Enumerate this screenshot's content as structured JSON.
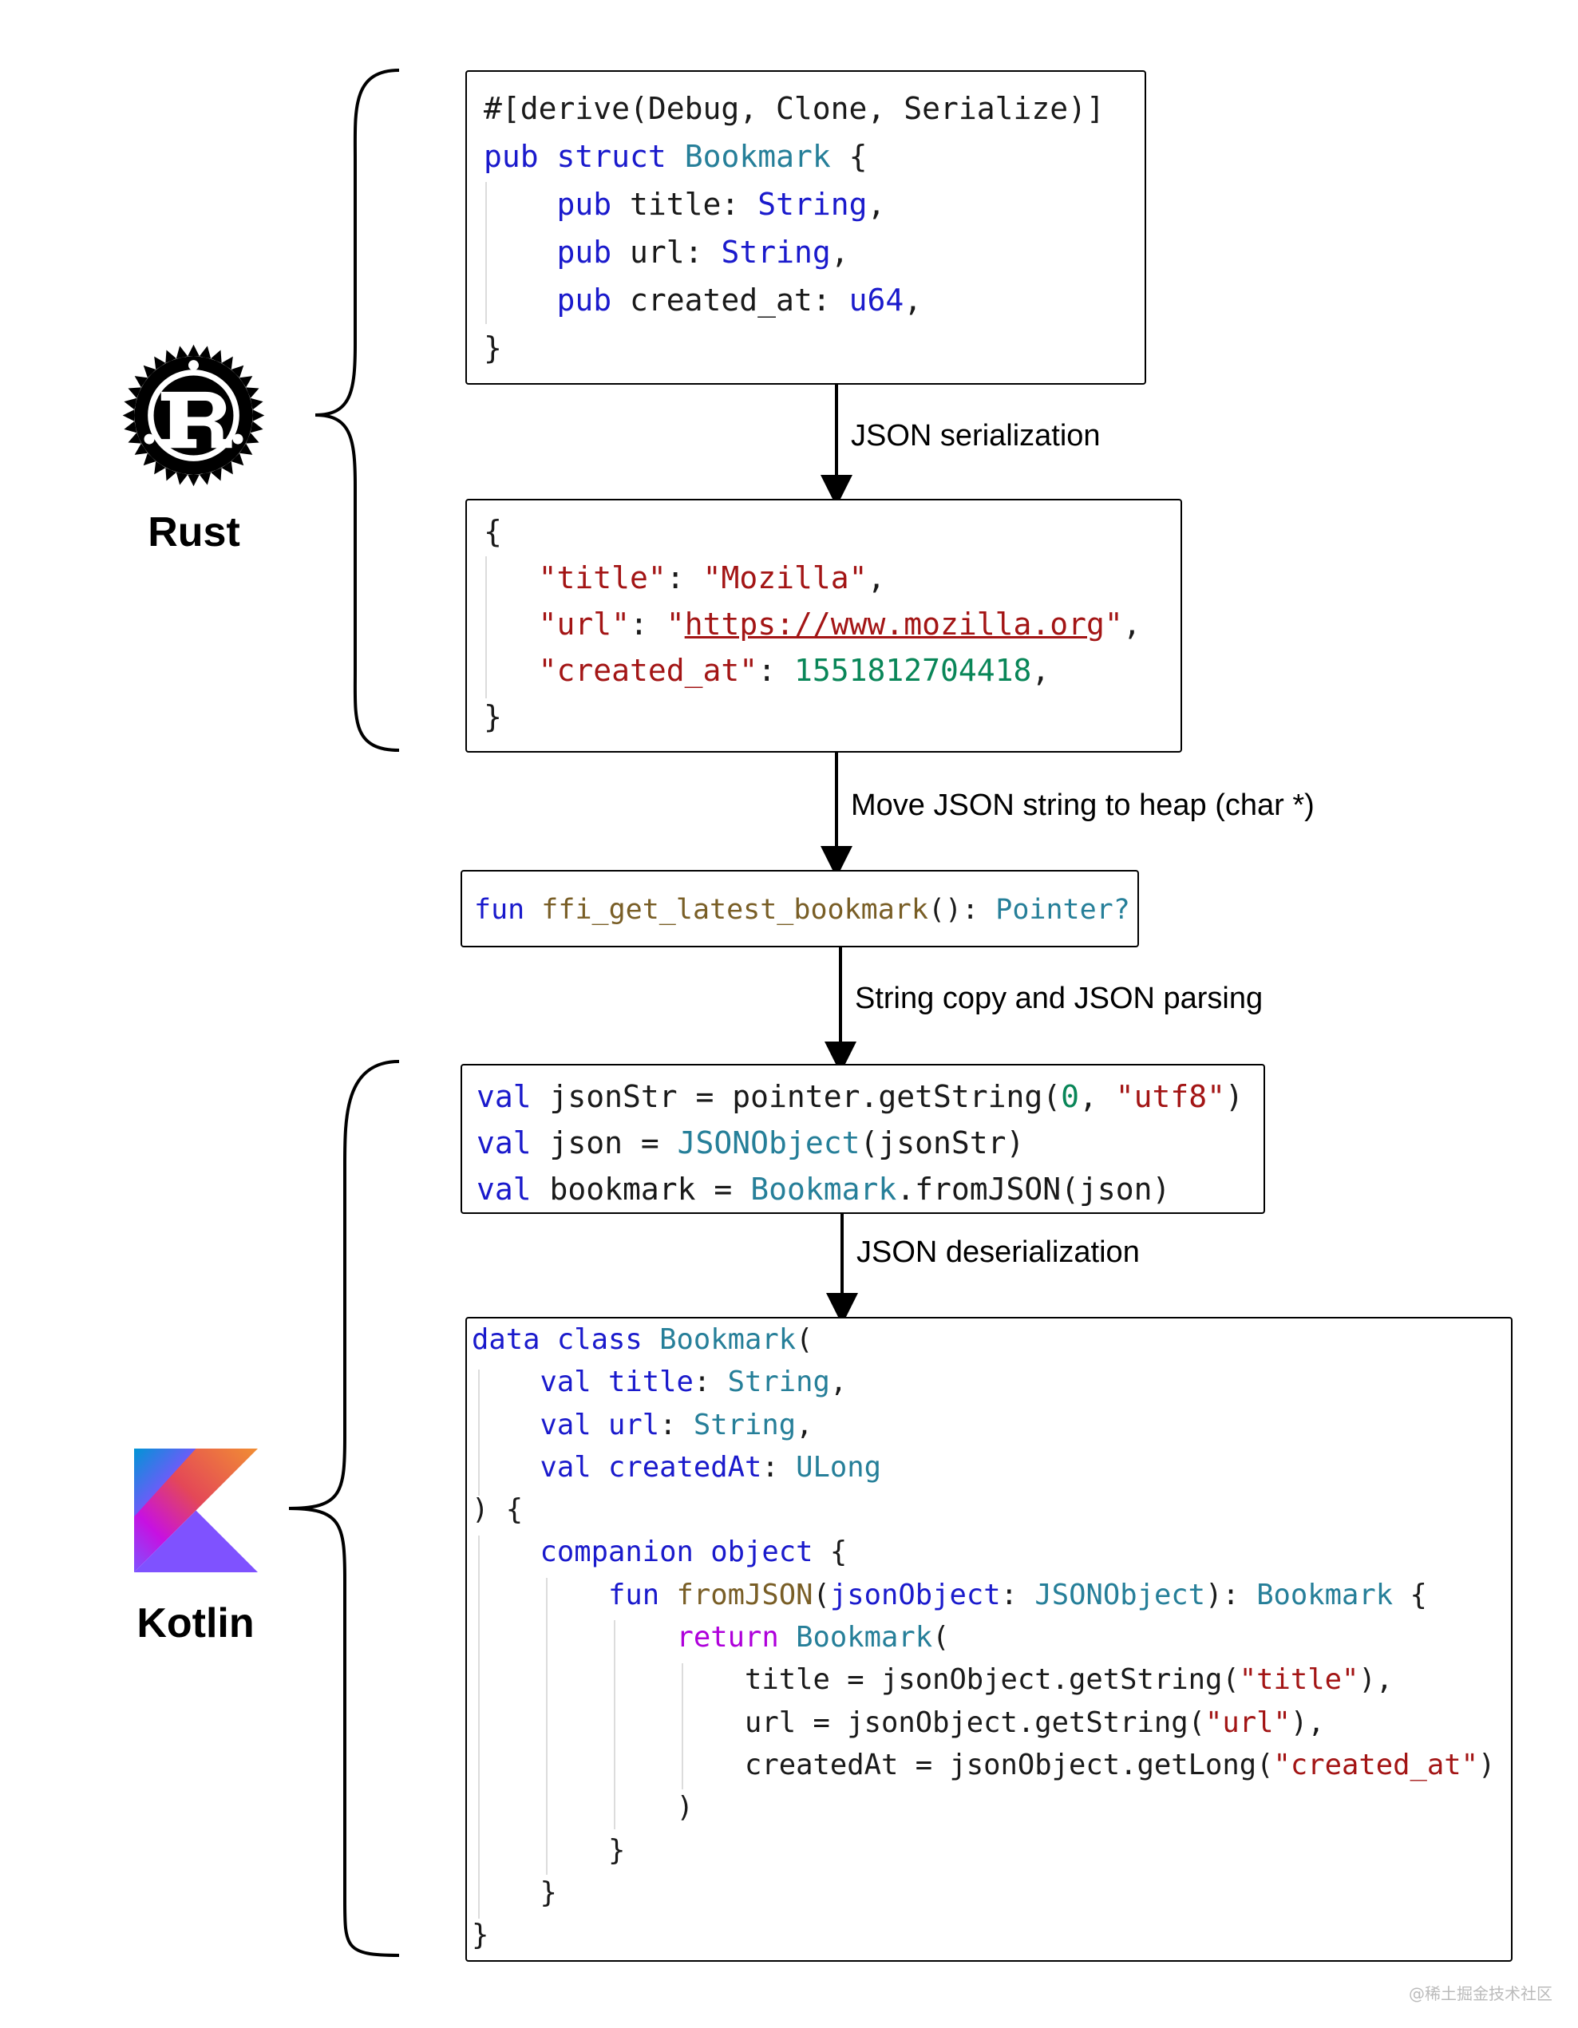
{
  "rust": {
    "name": "Rust",
    "struct_code": [
      [
        {
          "t": "#[derive(Debug, Clone, Serialize)]",
          "c": ""
        }
      ],
      [
        {
          "t": "pub",
          "c": "kw"
        },
        {
          "t": " ",
          "c": ""
        },
        {
          "t": "struct",
          "c": "kw"
        },
        {
          "t": " ",
          "c": ""
        },
        {
          "t": "Bookmark",
          "c": "ty"
        },
        {
          "t": " {",
          "c": ""
        }
      ],
      [
        {
          "t": "    ",
          "c": ""
        },
        {
          "t": "pub",
          "c": "kw"
        },
        {
          "t": " title: ",
          "c": ""
        },
        {
          "t": "String",
          "c": "kw"
        },
        {
          "t": ",",
          "c": ""
        }
      ],
      [
        {
          "t": "    ",
          "c": ""
        },
        {
          "t": "pub",
          "c": "kw"
        },
        {
          "t": " url: ",
          "c": ""
        },
        {
          "t": "String",
          "c": "kw"
        },
        {
          "t": ",",
          "c": ""
        }
      ],
      [
        {
          "t": "    ",
          "c": ""
        },
        {
          "t": "pub",
          "c": "kw"
        },
        {
          "t": " created_at: ",
          "c": ""
        },
        {
          "t": "u64",
          "c": "kw"
        },
        {
          "t": ",",
          "c": ""
        }
      ],
      [
        {
          "t": "}",
          "c": ""
        }
      ]
    ],
    "json_code": [
      [
        {
          "t": "{",
          "c": ""
        }
      ],
      [
        {
          "t": "   ",
          "c": ""
        },
        {
          "t": "\"title\"",
          "c": "str"
        },
        {
          "t": ": ",
          "c": ""
        },
        {
          "t": "\"Mozilla\"",
          "c": "str"
        },
        {
          "t": ",",
          "c": ""
        }
      ],
      [
        {
          "t": "   ",
          "c": ""
        },
        {
          "t": "\"url\"",
          "c": "str"
        },
        {
          "t": ": ",
          "c": ""
        },
        {
          "t": "\"",
          "c": "str"
        },
        {
          "t": "https://www.mozilla.org",
          "c": "str link"
        },
        {
          "t": "\"",
          "c": "str"
        },
        {
          "t": ",",
          "c": ""
        }
      ],
      [
        {
          "t": "   ",
          "c": ""
        },
        {
          "t": "\"created_at\"",
          "c": "str"
        },
        {
          "t": ": ",
          "c": ""
        },
        {
          "t": "1551812704418",
          "c": "num"
        },
        {
          "t": ",",
          "c": ""
        }
      ],
      [
        {
          "t": "}",
          "c": ""
        }
      ]
    ]
  },
  "ffi_code": [
    [
      {
        "t": "fun",
        "c": "kw"
      },
      {
        "t": " ",
        "c": ""
      },
      {
        "t": "ffi_get_latest_bookmark",
        "c": "fn"
      },
      {
        "t": "(): ",
        "c": ""
      },
      {
        "t": "Pointer?",
        "c": "ty"
      }
    ]
  ],
  "kotlin": {
    "name": "Kotlin",
    "parse_code": [
      [
        {
          "t": "val",
          "c": "kw"
        },
        {
          "t": " jsonStr = pointer.getString(",
          "c": ""
        },
        {
          "t": "0",
          "c": "num"
        },
        {
          "t": ", ",
          "c": ""
        },
        {
          "t": "\"utf8\"",
          "c": "str"
        },
        {
          "t": ")",
          "c": ""
        }
      ],
      [
        {
          "t": "val",
          "c": "kw"
        },
        {
          "t": " json = ",
          "c": ""
        },
        {
          "t": "JSONObject",
          "c": "ty"
        },
        {
          "t": "(jsonStr)",
          "c": ""
        }
      ],
      [
        {
          "t": "val",
          "c": "kw"
        },
        {
          "t": " bookmark = ",
          "c": ""
        },
        {
          "t": "Bookmark",
          "c": "ty"
        },
        {
          "t": ".fromJSON(json)",
          "c": ""
        }
      ]
    ],
    "class_code": [
      [
        {
          "t": "data",
          "c": "kw"
        },
        {
          "t": " ",
          "c": ""
        },
        {
          "t": "class",
          "c": "kw"
        },
        {
          "t": " ",
          "c": ""
        },
        {
          "t": "Bookmark",
          "c": "ty"
        },
        {
          "t": "(",
          "c": ""
        }
      ],
      [
        {
          "t": "    ",
          "c": ""
        },
        {
          "t": "val",
          "c": "kw"
        },
        {
          "t": " ",
          "c": ""
        },
        {
          "t": "title",
          "c": "kw"
        },
        {
          "t": ": ",
          "c": ""
        },
        {
          "t": "String",
          "c": "ty"
        },
        {
          "t": ",",
          "c": ""
        }
      ],
      [
        {
          "t": "    ",
          "c": ""
        },
        {
          "t": "val",
          "c": "kw"
        },
        {
          "t": " ",
          "c": ""
        },
        {
          "t": "url",
          "c": "kw"
        },
        {
          "t": ": ",
          "c": ""
        },
        {
          "t": "String",
          "c": "ty"
        },
        {
          "t": ",",
          "c": ""
        }
      ],
      [
        {
          "t": "    ",
          "c": ""
        },
        {
          "t": "val",
          "c": "kw"
        },
        {
          "t": " ",
          "c": ""
        },
        {
          "t": "createdAt",
          "c": "kw"
        },
        {
          "t": ": ",
          "c": ""
        },
        {
          "t": "ULong",
          "c": "ty"
        }
      ],
      [
        {
          "t": ") {",
          "c": ""
        }
      ],
      [
        {
          "t": "    ",
          "c": ""
        },
        {
          "t": "companion",
          "c": "kw"
        },
        {
          "t": " ",
          "c": ""
        },
        {
          "t": "object",
          "c": "kw"
        },
        {
          "t": " {",
          "c": ""
        }
      ],
      [
        {
          "t": "        ",
          "c": ""
        },
        {
          "t": "fun",
          "c": "kw"
        },
        {
          "t": " ",
          "c": ""
        },
        {
          "t": "fromJSON",
          "c": "fn"
        },
        {
          "t": "(",
          "c": ""
        },
        {
          "t": "jsonObject",
          "c": "kw"
        },
        {
          "t": ": ",
          "c": ""
        },
        {
          "t": "JSONObject",
          "c": "ty"
        },
        {
          "t": "): ",
          "c": ""
        },
        {
          "t": "Bookmark",
          "c": "ty"
        },
        {
          "t": " {",
          "c": ""
        }
      ],
      [
        {
          "t": "            ",
          "c": ""
        },
        {
          "t": "return",
          "c": "ret"
        },
        {
          "t": " ",
          "c": ""
        },
        {
          "t": "Bookmark",
          "c": "ty"
        },
        {
          "t": "(",
          "c": ""
        }
      ],
      [
        {
          "t": "                title = jsonObject.getString(",
          "c": ""
        },
        {
          "t": "\"title\"",
          "c": "str"
        },
        {
          "t": "),",
          "c": ""
        }
      ],
      [
        {
          "t": "                url = jsonObject.getString(",
          "c": ""
        },
        {
          "t": "\"url\"",
          "c": "str"
        },
        {
          "t": "),",
          "c": ""
        }
      ],
      [
        {
          "t": "                createdAt = jsonObject.getLong(",
          "c": ""
        },
        {
          "t": "\"created_at\"",
          "c": "str"
        },
        {
          "t": ")",
          "c": ""
        }
      ],
      [
        {
          "t": "            )",
          "c": ""
        }
      ],
      [
        {
          "t": "        }",
          "c": ""
        }
      ],
      [
        {
          "t": "    }",
          "c": ""
        }
      ],
      [
        {
          "t": "}",
          "c": ""
        }
      ]
    ]
  },
  "arrows": {
    "serialization": "JSON serialization",
    "move_to_heap": "Move JSON string to heap (char *)",
    "string_copy": "String copy and JSON parsing",
    "deserialization": "JSON deserialization"
  },
  "watermark": "@稀土掘金技术社区",
  "icons": [
    "rust-logo-icon",
    "kotlin-logo-icon"
  ],
  "colors": {
    "keyword": "#1a1acc",
    "type": "#267f99",
    "string": "#a31515",
    "number": "#098658",
    "function": "#795e26",
    "return": "#af00db",
    "kotlin_orange": "#f18e33",
    "kotlin_purple": "#7f52ff",
    "kotlin_blue": "#0095d5"
  }
}
